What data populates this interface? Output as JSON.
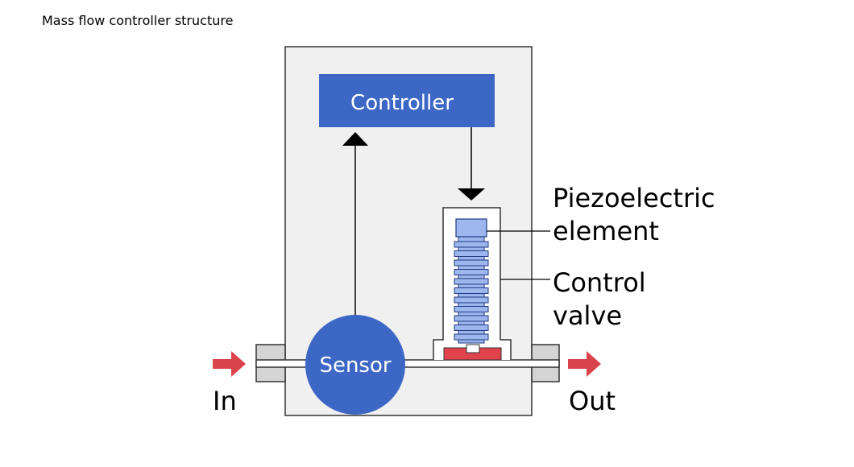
{
  "title": "Mass flow controller structure",
  "blocks": {
    "controller": "Controller",
    "sensor": "Sensor"
  },
  "callouts": {
    "piezo_line1": "Piezoelectric",
    "piezo_line2": "element",
    "valve_line1": "Control",
    "valve_line2": "valve"
  },
  "flow": {
    "inlet": "In",
    "outlet": "Out"
  },
  "colors": {
    "housing_fill": "#f0f0f0",
    "housing_stroke": "#333333",
    "block_blue": "#3d67c4",
    "piezo_light": "#9db7ee",
    "valve_seat_red": "#e0434b",
    "flow_arrow_red": "#d9434b",
    "pipe_gray": "#d4d4d4"
  }
}
